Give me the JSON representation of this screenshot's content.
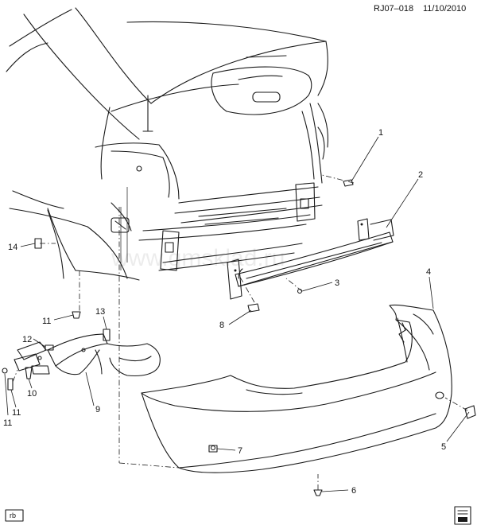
{
  "header": {
    "code": "RJ07–018",
    "date": "11/10/2010"
  },
  "watermark": "www.gmsklad.ru",
  "corner_tag": "rb",
  "callouts": [
    "1",
    "2",
    "3",
    "4",
    "5",
    "6",
    "7",
    "8",
    "9",
    "10",
    "11",
    "11",
    "11",
    "12",
    "13",
    "14"
  ],
  "icons": [
    "book-icon"
  ]
}
